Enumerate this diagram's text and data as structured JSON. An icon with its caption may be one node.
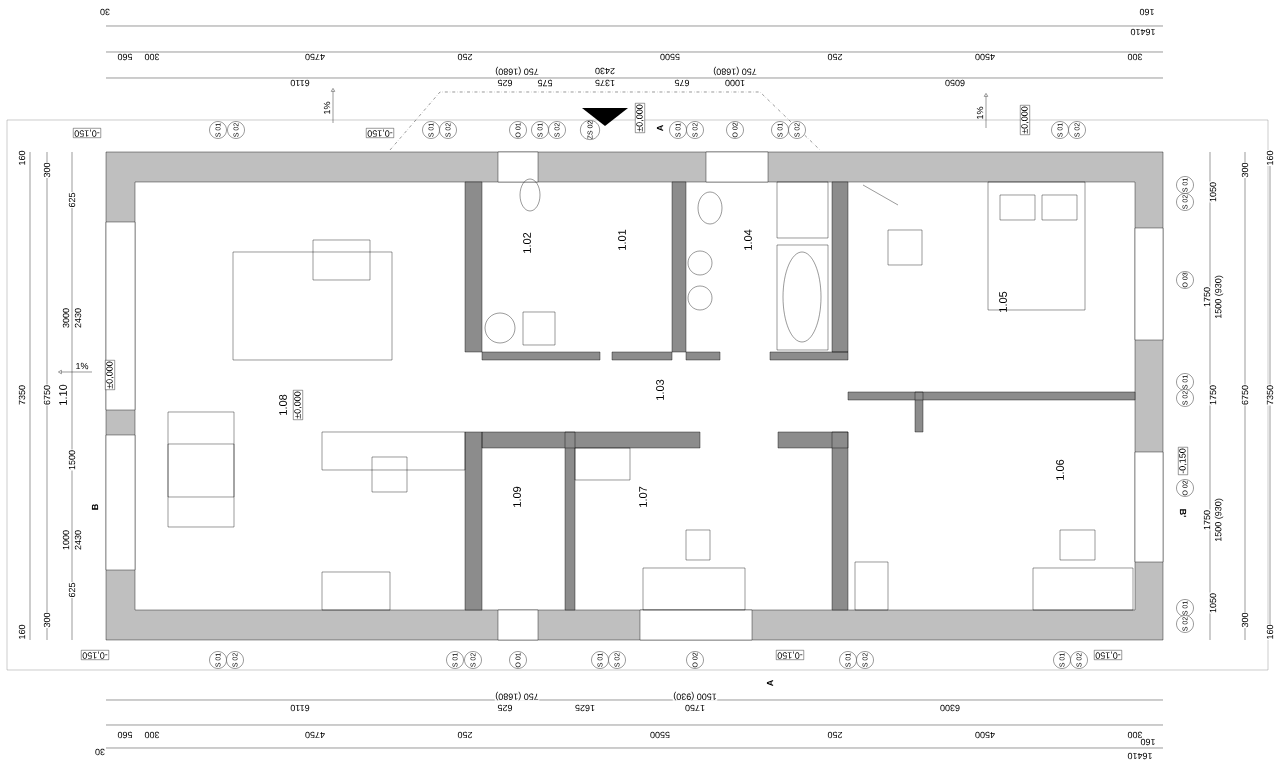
{
  "diagram": {
    "nodes": [
      {
        "text": [
          "1.08",
          "±0,000"
        ]
      },
      {
        "text": [
          "1.02"
        ]
      },
      {
        "text": [
          "1.01"
        ]
      },
      {
        "text": [
          "1.04"
        ]
      },
      {
        "text": [
          "1.05"
        ]
      },
      {
        "text": [
          "1.03"
        ]
      },
      {
        "text": [
          "1.09"
        ]
      },
      {
        "text": [
          "1.07"
        ]
      },
      {
        "text": [
          "1.06"
        ]
      }
    ],
    "labels": [
      "30",
      "16410",
      "160",
      "560",
      "300",
      "4750",
      "250",
      "5500",
      "250",
      "4500",
      "300",
      "750 (1680)",
      "6110",
      "625",
      "575",
      "2430",
      "1375",
      "675",
      "750 (1680)",
      "1000",
      "6050",
      "1%",
      "1%",
      "-0,150",
      "-0,150",
      "±0,000",
      "A",
      "±0,000",
      "S 01",
      "S 02",
      "S 01",
      "S 02",
      "O 01",
      "S 01",
      "S 02",
      "ZS 02",
      "S 01",
      "S 02",
      "O 02",
      "S 01",
      "S 02",
      "S 01",
      "S 02",
      "160",
      "7350",
      "160",
      "300",
      "6750",
      "300",
      "625",
      "3000",
      "2430",
      "1500",
      "1000",
      "2430",
      "625",
      "1.10",
      "1%",
      "±0,000",
      "B",
      "160",
      "7350",
      "160",
      "300",
      "6750",
      "300",
      "1050",
      "1750",
      "1500 (930)",
      "1750",
      "1750",
      "1500 (930)",
      "1050",
      "-0,150",
      "B'",
      "S 01",
      "S 02",
      "O 03",
      "S 01",
      "S 02",
      "O 02",
      "S 01",
      "S 02",
      "-0,150",
      "-0,150",
      "-0,150",
      "S 01",
      "S 02",
      "S 01",
      "S 02",
      "O 01",
      "S 01",
      "S 02",
      "O 02",
      "S 01",
      "S 02",
      "S 01",
      "S 02",
      "A",
      "750 (1680)",
      "6110",
      "625",
      "1625",
      "1500 (930)",
      "1750",
      "6300",
      "560",
      "300",
      "4750",
      "250",
      "5500",
      "250",
      "4500",
      "300",
      "30",
      "16410",
      "160"
    ]
  }
}
